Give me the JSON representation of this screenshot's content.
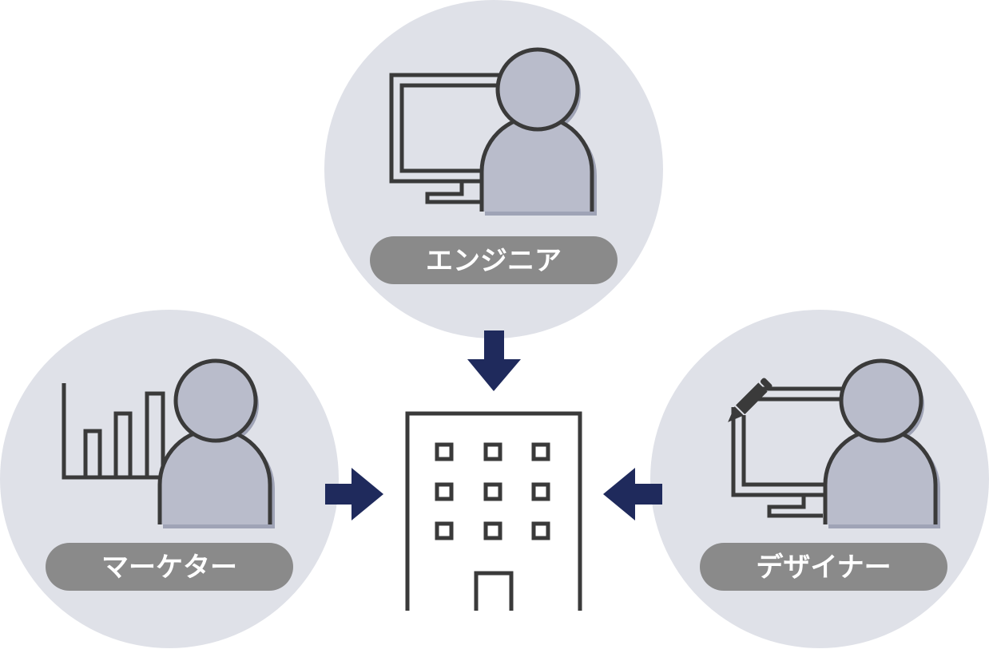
{
  "roles": {
    "engineer": {
      "label": "エンジニア",
      "icon": "person-with-monitor-icon"
    },
    "marketer": {
      "label": "マーケター",
      "icon": "person-with-bar-chart-icon"
    },
    "designer": {
      "label": "デザイナー",
      "icon": "person-with-pen-and-board-icon"
    }
  },
  "center": {
    "icon": "office-building-icon"
  },
  "arrows": {
    "icon": "arrow-icon",
    "direction": "into-building"
  },
  "colors": {
    "circle_bg": "#dfe1e8",
    "person_fill": "#b9bccb",
    "person_shadow": "#9fa3b6",
    "outline": "#3a3a3a",
    "pill_bg": "#8a8a8a",
    "pill_text": "#ffffff",
    "arrow": "#1f2a5c"
  }
}
